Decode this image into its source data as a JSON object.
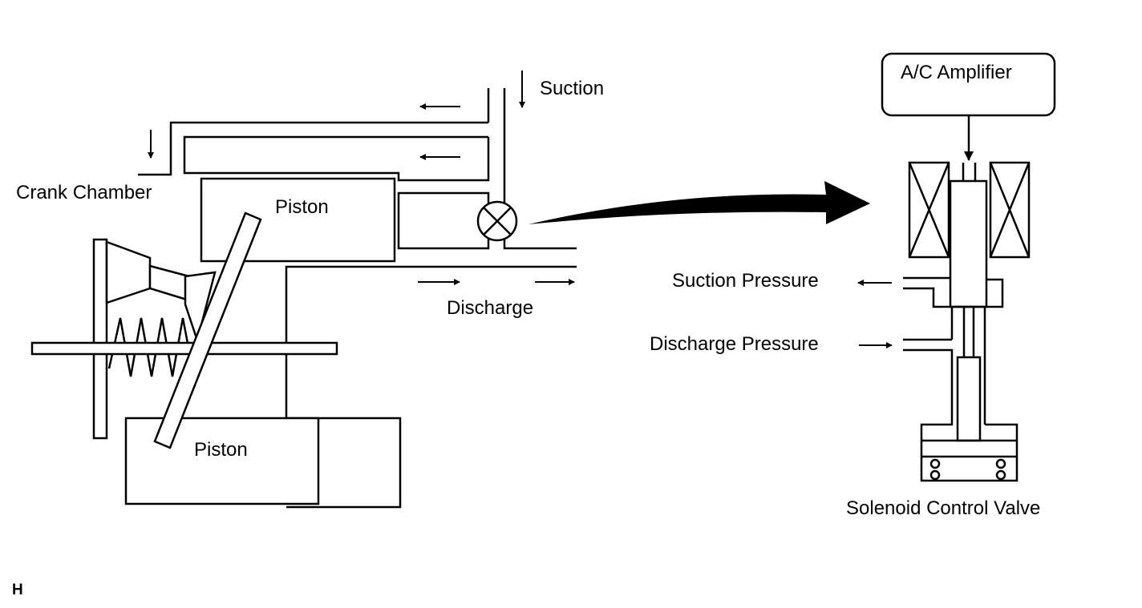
{
  "labels": {
    "suction": "Suction",
    "crank_chamber": "Crank Chamber",
    "piston_upper": "Piston",
    "piston_lower": "Piston",
    "discharge": "Discharge",
    "ac_amplifier": "A/C Amplifier",
    "suction_pressure": "Suction Pressure",
    "discharge_pressure": "Discharge Pressure",
    "solenoid_control_valve": "Solenoid Control Valve",
    "figure_ref": "H"
  },
  "colors": {
    "line": "#000000",
    "background": "#ffffff"
  }
}
